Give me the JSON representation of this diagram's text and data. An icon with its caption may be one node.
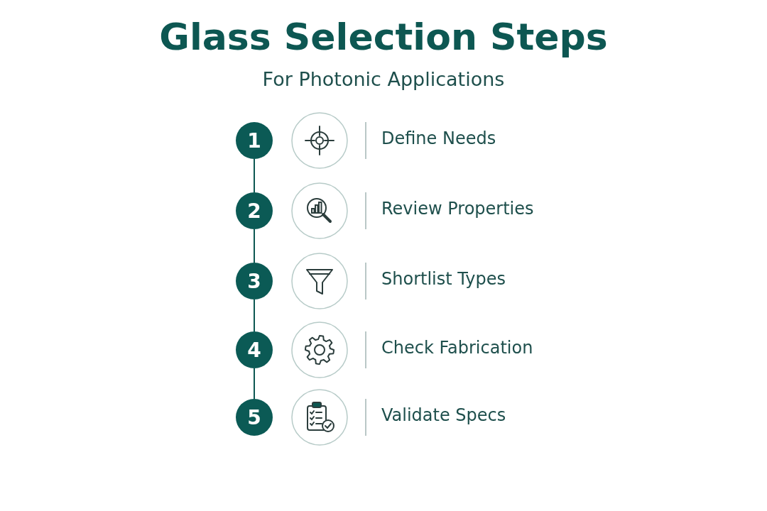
{
  "diagram": {
    "title": "Glass Selection Steps",
    "nodes": [
      {
        "text": [
          "1"
        ]
      },
      {
        "text": [
          "2"
        ]
      },
      {
        "text": [
          "3"
        ]
      },
      {
        "text": [
          "4"
        ]
      },
      {
        "text": [
          "5"
        ]
      }
    ],
    "edges": [
      {
        "from": 0,
        "to": 1,
        "arrow": "none"
      },
      {
        "from": 1,
        "to": 2,
        "arrow": "none"
      },
      {
        "from": 2,
        "to": 3,
        "arrow": "none"
      },
      {
        "from": 3,
        "to": 4,
        "arrow": "none"
      }
    ],
    "labels": [
      "For Photonic Applications",
      "Define Needs",
      "Review Properties",
      "Shortlist Types",
      "Check Fabrication",
      "Validate Specs"
    ]
  }
}
